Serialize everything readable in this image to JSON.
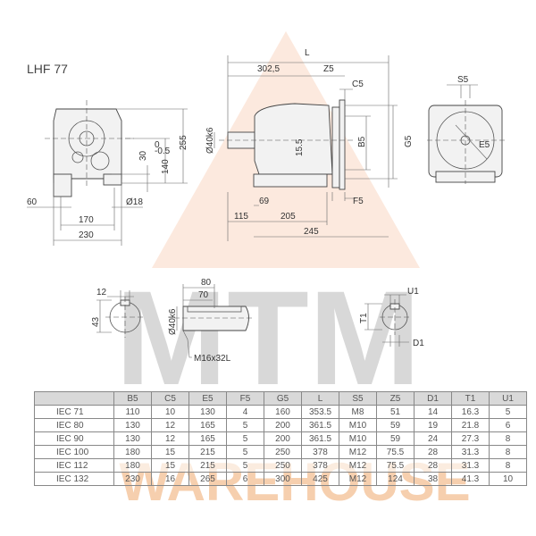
{
  "title": "LHF 77",
  "watermark": {
    "line1": "MTM",
    "line2": "WAREHOUSE"
  },
  "front_view": {
    "d255": "255",
    "d140": "140",
    "d30": "30",
    "tol_upper": "0",
    "tol_lower": "-0.5",
    "d60": "60",
    "d18": "Ø18",
    "d170": "170",
    "d230": "230"
  },
  "side_view": {
    "L": "L",
    "d302": "302,5",
    "Z5": "Z5",
    "C5": "C5",
    "shaft": "Ø40k6",
    "d15": "15.5",
    "B5": "B5",
    "G5": "G5",
    "F5": "F5",
    "d69": "69",
    "d115": "115",
    "d205": "205",
    "d245": "245"
  },
  "flange_view": {
    "S5": "S5",
    "E5": "E5"
  },
  "shaft_section": {
    "d12": "12",
    "d43": "43"
  },
  "shaft_detail": {
    "d80": "80",
    "d70": "70",
    "shaft": "Ø40k6",
    "thread": "M16x32L"
  },
  "motor_shaft": {
    "U1": "U1",
    "T1": "T1",
    "D1": "D1"
  },
  "table": {
    "headers": [
      "",
      "B5",
      "C5",
      "E5",
      "F5",
      "G5",
      "L",
      "S5",
      "Z5",
      "D1",
      "T1",
      "U1"
    ],
    "rows": [
      [
        "IEC 71",
        "110",
        "10",
        "130",
        "4",
        "160",
        "353.5",
        "M8",
        "51",
        "14",
        "16.3",
        "5"
      ],
      [
        "IEC 80",
        "130",
        "12",
        "165",
        "5",
        "200",
        "361.5",
        "M10",
        "59",
        "19",
        "21.8",
        "6"
      ],
      [
        "IEC 90",
        "130",
        "12",
        "165",
        "5",
        "200",
        "361.5",
        "M10",
        "59",
        "24",
        "27.3",
        "8"
      ],
      [
        "IEC 100",
        "180",
        "15",
        "215",
        "5",
        "250",
        "378",
        "M12",
        "75.5",
        "28",
        "31.3",
        "8"
      ],
      [
        "IEC 112",
        "180",
        "15",
        "215",
        "5",
        "250",
        "378",
        "M12",
        "75.5",
        "28",
        "31.3",
        "8"
      ],
      [
        "IEC 132",
        "230",
        "16",
        "265",
        "6",
        "300",
        "425",
        "M12",
        "124",
        "38",
        "41.3",
        "10"
      ]
    ]
  }
}
